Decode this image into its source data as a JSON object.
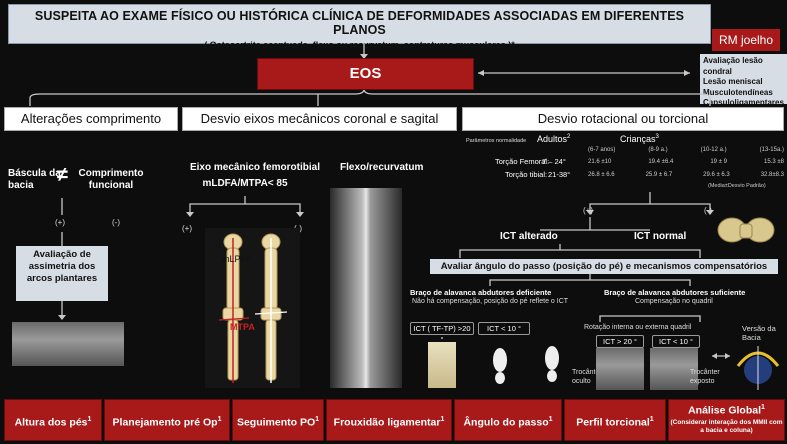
{
  "header": {
    "title": "SUSPEITA AO EXAME FÍSICO OU HISTÓRICA CLÍNICA DE DEFORMIDADES ASSOCIADAS EM DIFERENTES PLANOS",
    "subtitle": "( Osteoartrite acentuada, flexo ou recurvatum, contraturas musculares )*"
  },
  "rm_joelho": "RM joelho",
  "evaluation": [
    "Avaliação lesão condral",
    "Lesão meniscal",
    "Musculotendíneas",
    "Capsuloligamentares"
  ],
  "eos": "EOS",
  "categories": [
    "Alterações comprimento",
    "Desvio eixos mecânicos coronal e sagital",
    "Desvio rotacional ou torcional"
  ],
  "length": {
    "bascula": "Báscula da bacia",
    "neq": "≠",
    "comprimento": "Comprimento funcional",
    "plus": "(+)",
    "minus": "(-)",
    "avaliacao": "Avaliação de assimetria dos arcos plantares"
  },
  "axis": {
    "title": "Eixo mecânico femorotibial",
    "formula": "mLDFA/MTPA< 85",
    "plus": "(+)",
    "minus": "(-)",
    "mlpfa": "mLPFA",
    "mtpa": "MTPA",
    "flexo": "Flexo/recurvatum"
  },
  "rotational": {
    "params_label": "Parâmetros normalidade",
    "adults": "Adultos",
    "adults_sup": "2",
    "children": "Crianças",
    "children_sup": "3",
    "child_ages": [
      "(6-7 anos)",
      "(8-9 a.)",
      "(10-12 a.)",
      "(13-15a.)"
    ],
    "femoral_label": "Torção Femoral:",
    "femoral_adult": "7 – 24°",
    "femoral_child": [
      "21.6 ±10",
      "19.4 ±6.4",
      "19 ± 9",
      "15.3 ±8"
    ],
    "tibial_label": "Torção tibial:",
    "tibial_adult": "21-38°",
    "tibial_child": [
      "26.8 ± 6.6",
      "25.9 ± 6.7",
      "29.6 ± 6.3",
      "32.8±8.3"
    ],
    "note": "(Media±Desvio Padrão)",
    "plus": "(+)",
    "minus": "(-)",
    "ict_altered": "ICT alterado",
    "ict_normal": "ICT normal",
    "step_angle": "Avaliar ângulo do passo (posição do pé) e mecanismos compensatórios",
    "def_title": "Braço de alavanca abdutores deficiente",
    "def_sub": "Não há compensação, posição do pé reflete o ICT",
    "suf_title": "Braço de alavanca abdutores suficiente",
    "suf_sub": "Compensação no quadril",
    "rot_hip": "Rotação interna ou externa quadril",
    "version": "Versão da Bacia",
    "chip1": "ICT ( TF-TP) >20 °",
    "chip2": "ICT < 10 °",
    "chip3": "ICT > 20 °",
    "chip4": "ICT < 10 °",
    "troc1": "Trocânter oculto",
    "troc2": "Trocânter exposto"
  },
  "bottom": [
    {
      "label": "Altura dos pés",
      "sup": "1"
    },
    {
      "label": "Planejamento pré Op",
      "sup": "1"
    },
    {
      "label": "Seguimento PO",
      "sup": "1"
    },
    {
      "label": "Frouxidão ligamentar",
      "sup": "1"
    },
    {
      "label": "Ângulo do passo",
      "sup": "1"
    },
    {
      "label": "Perfil torcional",
      "sup": "1"
    },
    {
      "label": "Análise Global",
      "sup": "1",
      "sub": "(Considerar interação dos MMII com a bacia e coluna)"
    }
  ]
}
